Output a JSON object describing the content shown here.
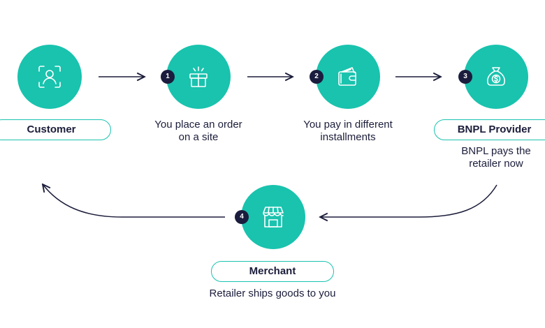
{
  "colors": {
    "teal": "#19c3ae",
    "navy": "#1a1d3d",
    "text": "#1b1d3a",
    "arrow": "#1b1d3a"
  },
  "customer": {
    "label": "Customer",
    "icon": "user-scan-icon"
  },
  "step1": {
    "number": "1",
    "text_line1": "You place an order",
    "text_line2": "on a site",
    "icon": "gift-box-icon"
  },
  "step2": {
    "number": "2",
    "text_line1": "You pay in different",
    "text_line2": "installments",
    "icon": "wallet-card-icon"
  },
  "step3": {
    "number": "3",
    "label": "BNPL Provider",
    "text_line1": "BNPL pays the",
    "text_line2": "retailer now",
    "icon": "money-bag-icon"
  },
  "step4": {
    "number": "4",
    "label": "Merchant",
    "text": "Retailer ships goods to you",
    "icon": "storefront-icon"
  }
}
